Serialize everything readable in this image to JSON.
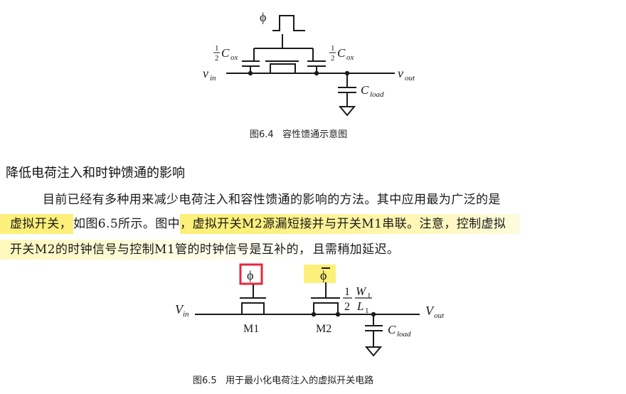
{
  "figure_64": {
    "phi": "ϕ",
    "cap_left_coef_num": "1",
    "cap_left_coef_den": "2",
    "cap_left_label": "C",
    "cap_left_sub": "ox",
    "cap_right_coef_num": "1",
    "cap_right_coef_den": "2",
    "cap_right_label": "C",
    "cap_right_sub": "ox",
    "vin_label": "v",
    "vin_sub": "in",
    "vout_label": "v",
    "vout_sub": "out",
    "cload_label": "C",
    "cload_sub": "load",
    "caption": "图6.4   容性馈通示意图"
  },
  "section": {
    "heading": "降低电荷注入和时钟馈通的影响",
    "line1": "目前已经有多种用来减少电荷注入和容性馈通的影响的方法。其中应用最为广泛的是",
    "line2_part1": "虚拟开关，",
    "line2_part2": "如图6.5所示。图中",
    "line2_part3": "，虚拟开关M2源漏短接并与开关M1串联。注意，控制虚拟",
    "line3_part1": "开关M2的时钟信号与控制M1管的时钟信号是互补的，",
    "line3_part2": "且需稍加延迟。"
  },
  "figure_65": {
    "phi": "ϕ",
    "phi_bar": "ϕ",
    "vin_label": "V",
    "vin_sub": "in",
    "vout_label": "V",
    "vout_sub": "out",
    "m1_label": "M1",
    "m2_label": "M2",
    "ratio_coef_num": "1",
    "ratio_coef_den": "2",
    "ratio_num_label": "W",
    "ratio_num_sub": "1",
    "ratio_den_label": "L",
    "ratio_den_sub": "1",
    "cload_label": "C",
    "cload_sub": "load",
    "caption": "图6.5   用于最小化电荷注入的虚拟开关电路"
  },
  "colors": {
    "highlight": "#fdf07a",
    "annotation_box": "#e8283c"
  }
}
